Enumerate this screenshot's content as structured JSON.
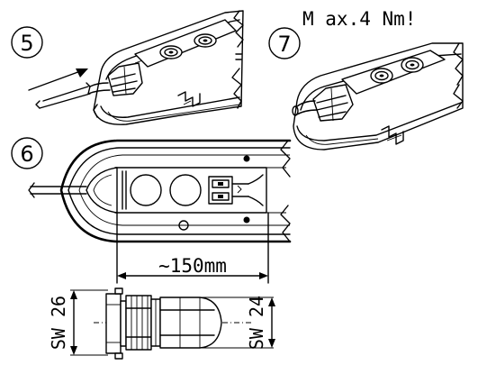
{
  "steps": {
    "step5": "5",
    "step6": "6",
    "step7": "7"
  },
  "torque_note": "M ax.4 Nm!",
  "dimension_length": "~150mm",
  "wrench_size_left": "SW 26",
  "wrench_size_right": "SW 24",
  "colors": {
    "line": "#000000",
    "background": "#ffffff"
  }
}
